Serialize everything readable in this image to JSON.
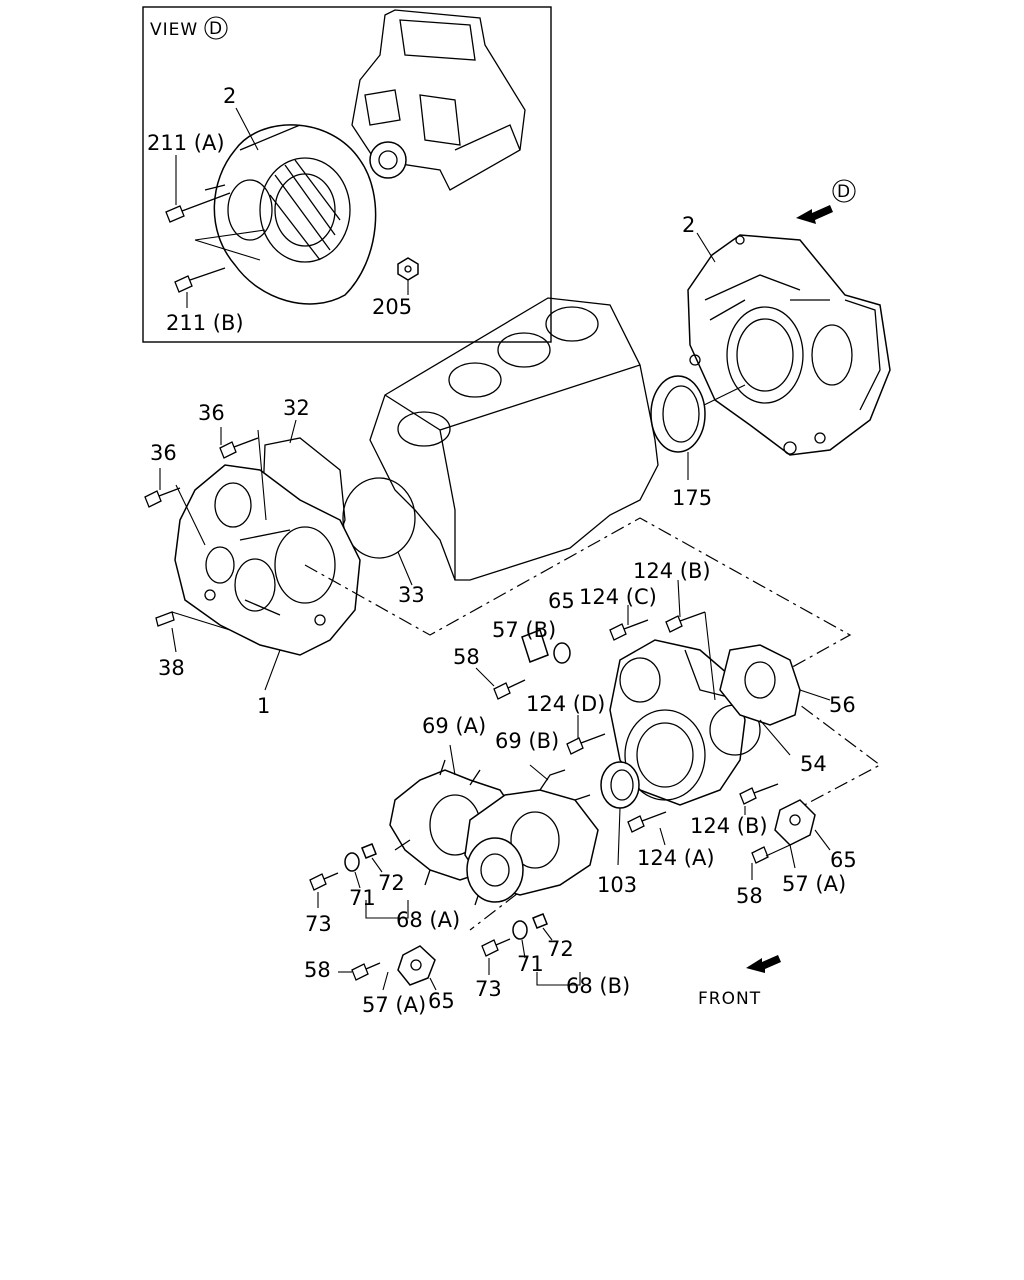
{
  "view_box": {
    "title": "VIEW",
    "circle_letter": "D",
    "labels": {
      "p2": "2",
      "p211a": "211 (A)",
      "p211b": "211 (B)",
      "p205": "205"
    }
  },
  "view_arrow": {
    "circle_letter": "D"
  },
  "front_arrow": {
    "label": "FRONT"
  },
  "labels": {
    "p2": "2",
    "p175": "175",
    "p36a": "36",
    "p36b": "36",
    "p32": "32",
    "p33": "33",
    "p38": "38",
    "p1": "1",
    "p58a": "58",
    "p57b": "57 (B)",
    "p65a": "65",
    "p124c": "124 (C)",
    "p124b1": "124 (B)",
    "p56": "56",
    "p124d": "124 (D)",
    "p54": "54",
    "p69a": "69 (A)",
    "p69b": "69 (B)",
    "p124b2": "124 (B)",
    "p65b": "65",
    "p124a": "124 (A)",
    "p103": "103",
    "p58b": "58",
    "p57a1": "57 (A)",
    "p73a": "73",
    "p71a": "71",
    "p72a": "72",
    "p68a": "68 (A)",
    "p58c": "58",
    "p57a2": "57 (A)",
    "p65c": "65",
    "p73b": "73",
    "p71b": "71",
    "p72b": "72",
    "p68b": "68 (B)"
  }
}
